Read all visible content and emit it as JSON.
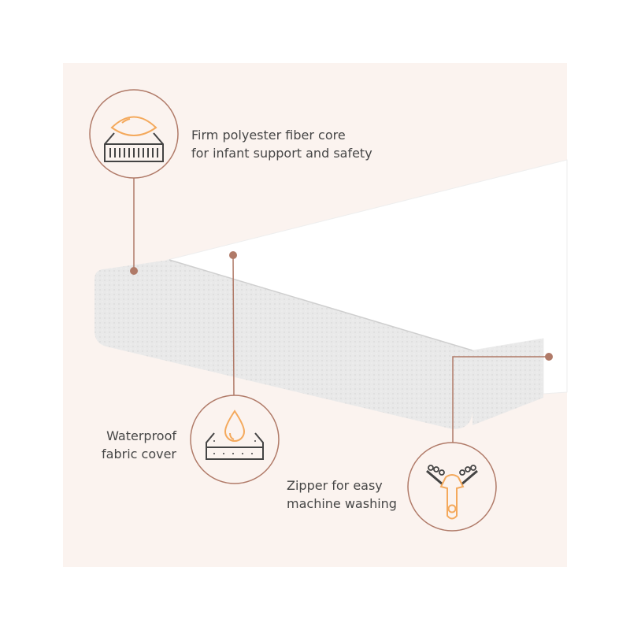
{
  "features": [
    {
      "icon": "mattress-pillow-icon",
      "lines": [
        "Firm polyester fiber core",
        "for infant support and safety"
      ]
    },
    {
      "icon": "waterproof-mattress-icon",
      "lines": [
        "Waterproof",
        "fabric cover"
      ]
    },
    {
      "icon": "zipper-icon",
      "lines": [
        "Zipper for easy",
        "machine washing"
      ]
    }
  ],
  "colors": {
    "background": "#fbf3ef",
    "callout": "#b07a68",
    "accent": "#f4a95c",
    "text": "#464646"
  }
}
